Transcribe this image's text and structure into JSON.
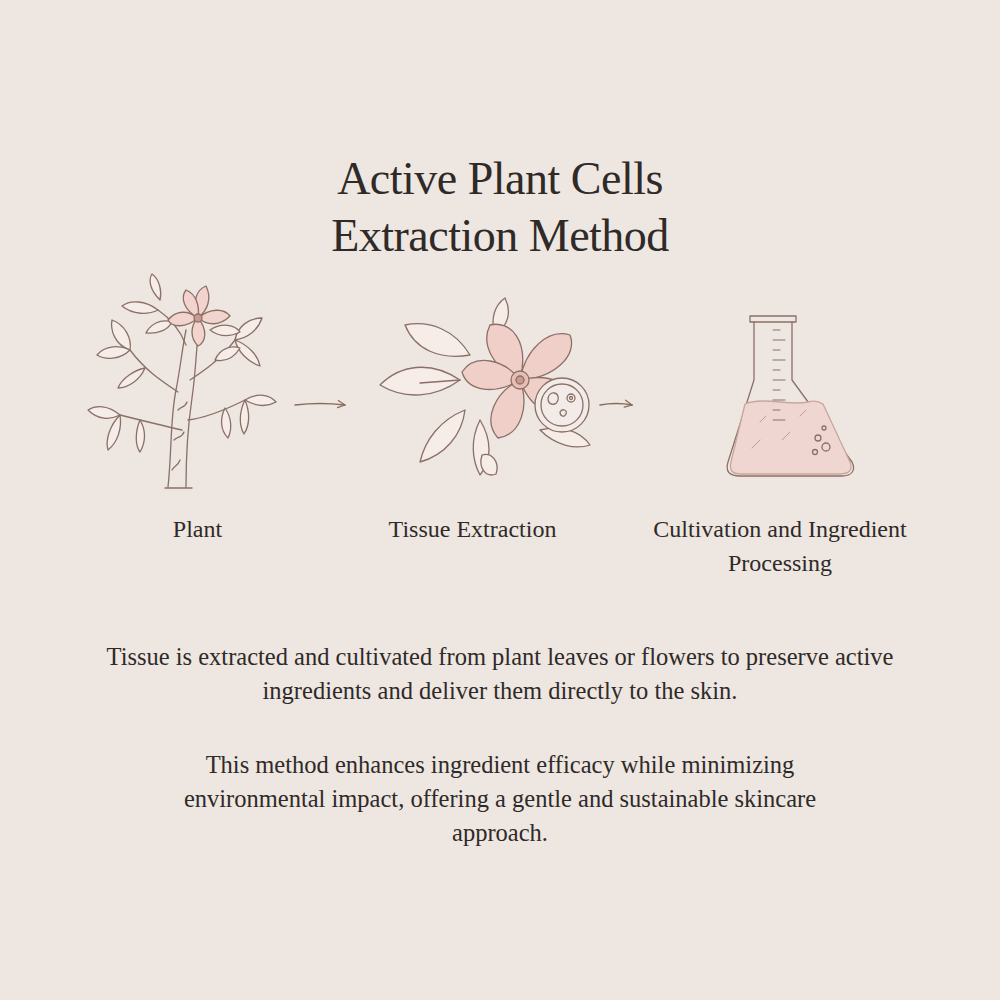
{
  "diagram": {
    "title": "Active Plant Cells Extraction Method",
    "nodes": [
      {
        "text": [
          "Plant"
        ]
      },
      {
        "text": [
          "Tissue Extraction"
        ]
      },
      {
        "text": [
          "Cultivation and Ingredient Processing"
        ]
      }
    ],
    "edges": [
      {
        "from": 0,
        "to": 1,
        "arrow": "to"
      },
      {
        "from": 1,
        "to": 2,
        "arrow": "to"
      }
    ],
    "labels": [
      "Tissue is extracted and cultivated from plant leaves or flowers to preserve active ingredients and deliver them directly to the skin.",
      "This method enhances ingredient efficacy while minimizing environmental impact, offering a gentle and sustainable skincare approach."
    ]
  }
}
